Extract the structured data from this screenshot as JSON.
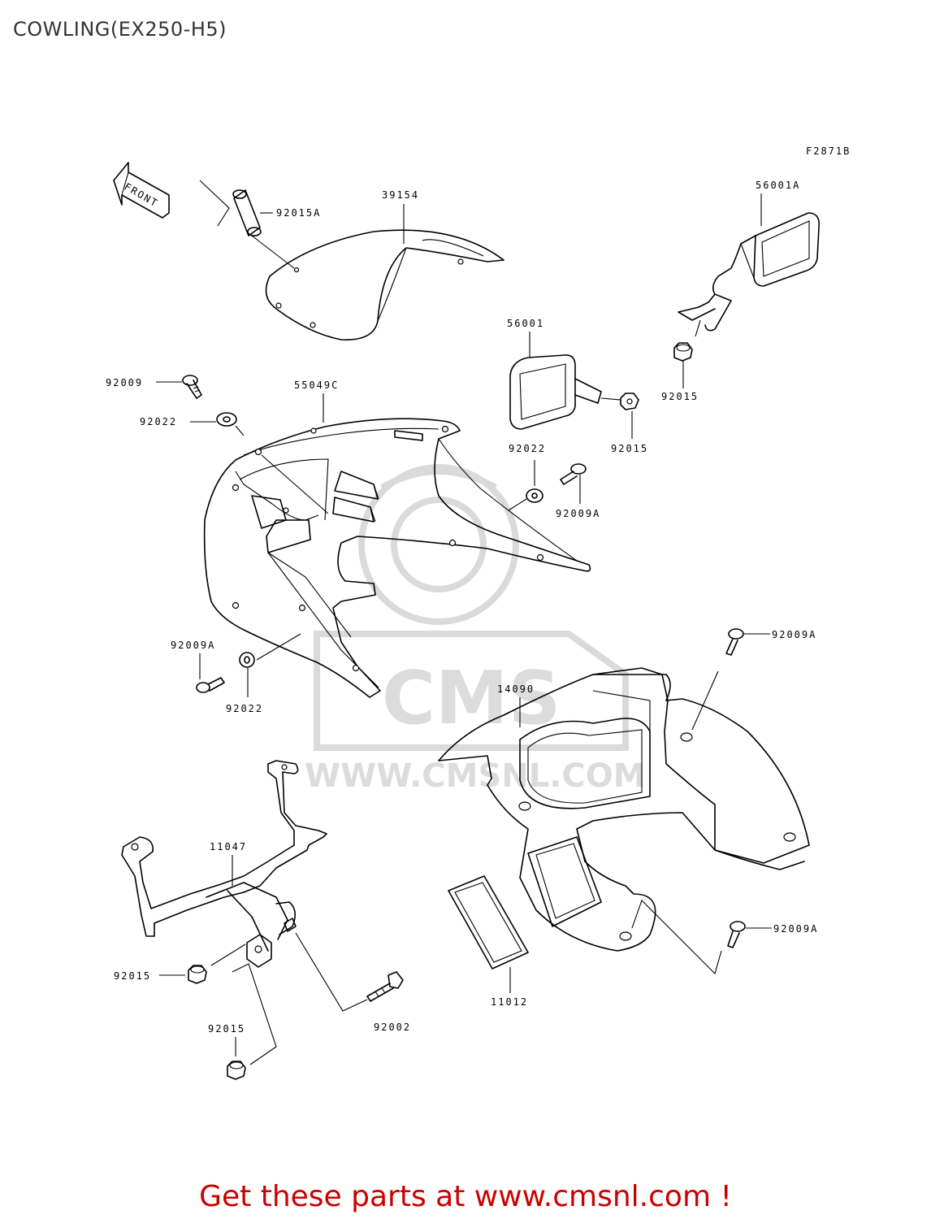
{
  "title": "COWLING(EX250-H5)",
  "figure_code": "F2871B",
  "front_arrow": "FRONT",
  "watermark": {
    "brand": "CMS",
    "url": "WWW.CMSNL.COM"
  },
  "parts": {
    "p39154": "39154",
    "p92015A": "92015A",
    "p56001A": "56001A",
    "p56001": "56001",
    "p92015_mirror": "92015",
    "p92015_r": "92015",
    "p92009_top": "92009",
    "p92022_top": "92022",
    "p55049C": "55049C",
    "p92022_mid": "92022",
    "p92009A_mid": "92009A",
    "p92009A_left": "92009A",
    "p92022_low": "92022",
    "p92009A_r1": "92009A",
    "p14090": "14090",
    "p11047": "11047",
    "p92015_l": "92015",
    "p92002": "92002",
    "p92015_b": "92015",
    "p11012": "11012",
    "p92009A_r2": "92009A"
  },
  "footer": "Get these parts at www.cmsnl.com !"
}
